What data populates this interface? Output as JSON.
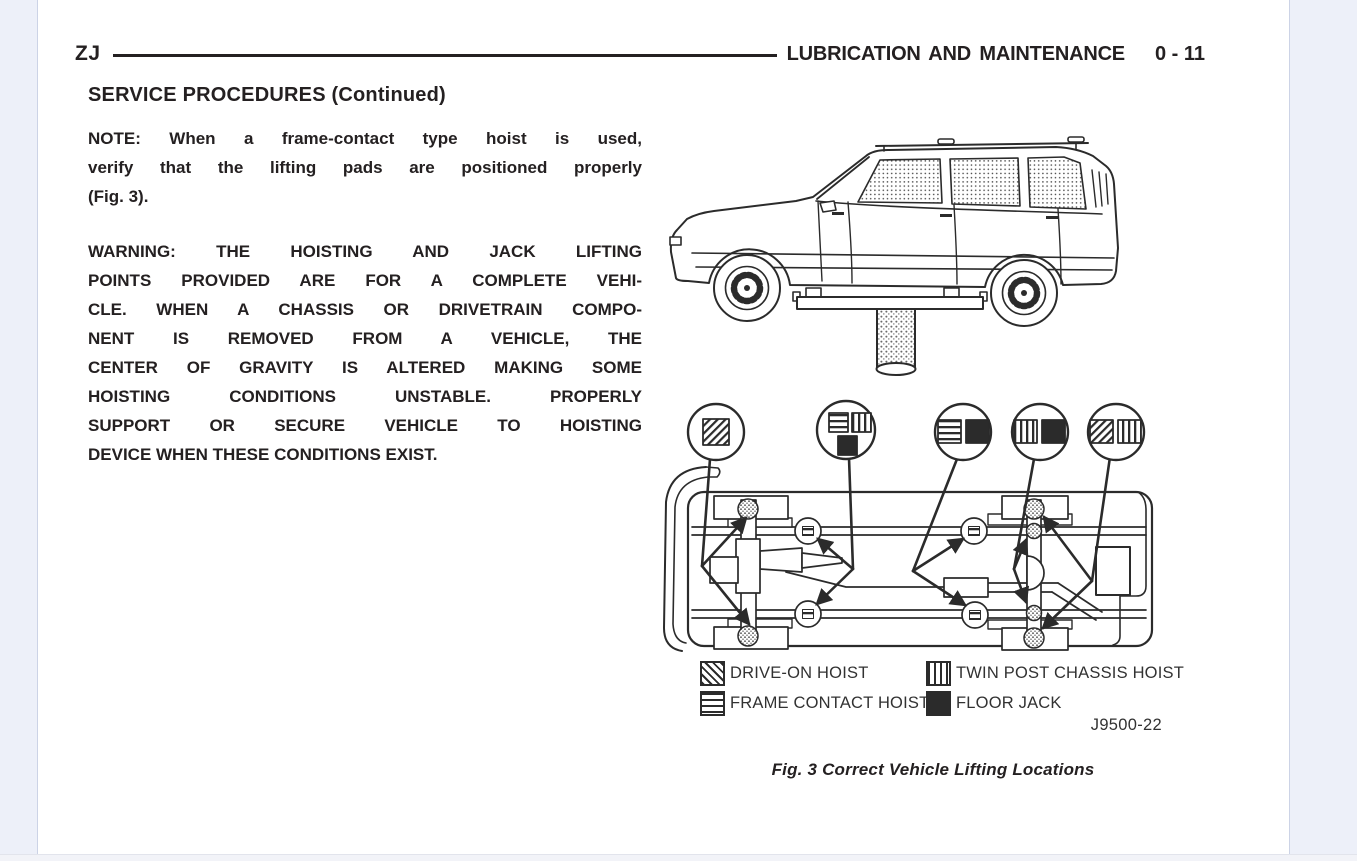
{
  "theme": {
    "viewer_background": "#edf0f9",
    "page_background": "#ffffff",
    "page_edge": "#ccd3e6",
    "ink": "#242021",
    "line_art": "#2b2b2b"
  },
  "header": {
    "model_code": "ZJ",
    "chapter_title": "LUBRICATION AND MAINTENANCE",
    "page_number": "0 - 11"
  },
  "content": {
    "section_heading": "SERVICE PROCEDURES (Continued)",
    "note_lines": [
      "NOTE: When a frame-contact type hoist is used,",
      "verify that the lifting pads are positioned properly",
      "(Fig. 3)."
    ],
    "warning_lines": [
      "WARNING: THE HOISTING AND JACK LIFTING",
      "POINTS PROVIDED ARE FOR A COMPLETE VEHI-",
      "CLE. WHEN A CHASSIS OR DRIVETRAIN COMPO-",
      "NENT IS REMOVED FROM A VEHICLE, THE",
      "CENTER OF GRAVITY IS ALTERED MAKING SOME",
      "HOISTING CONDITIONS UNSTABLE. PROPERLY",
      "SUPPORT OR SECURE VEHICLE TO HOISTING",
      "DEVICE WHEN THESE CONDITIONS EXIST."
    ]
  },
  "figure": {
    "legend": [
      {
        "id": "drive-on-hoist",
        "pattern": "diagonal-hatch",
        "label": "DRIVE-ON HOIST"
      },
      {
        "id": "twin-post-chassis-hoist",
        "pattern": "vertical-lines",
        "label": "TWIN POST CHASSIS HOIST"
      },
      {
        "id": "frame-contact-hoist",
        "pattern": "horizontal-lines",
        "label": "FRAME CONTACT HOIST"
      },
      {
        "id": "floor-jack",
        "pattern": "solid-black",
        "label": "FLOOR JACK"
      }
    ],
    "callouts": [
      {
        "symbols": [
          "drive-on-hoist"
        ]
      },
      {
        "symbols": [
          "frame-contact-hoist",
          "twin-post-chassis-hoist",
          "floor-jack"
        ]
      },
      {
        "symbols": [
          "frame-contact-hoist",
          "floor-jack"
        ]
      },
      {
        "symbols": [
          "twin-post-chassis-hoist",
          "floor-jack"
        ]
      },
      {
        "symbols": [
          "drive-on-hoist",
          "twin-post-chassis-hoist"
        ]
      }
    ],
    "figure_code": "J9500-22",
    "caption": "Fig. 3 Correct Vehicle Lifting Locations"
  }
}
